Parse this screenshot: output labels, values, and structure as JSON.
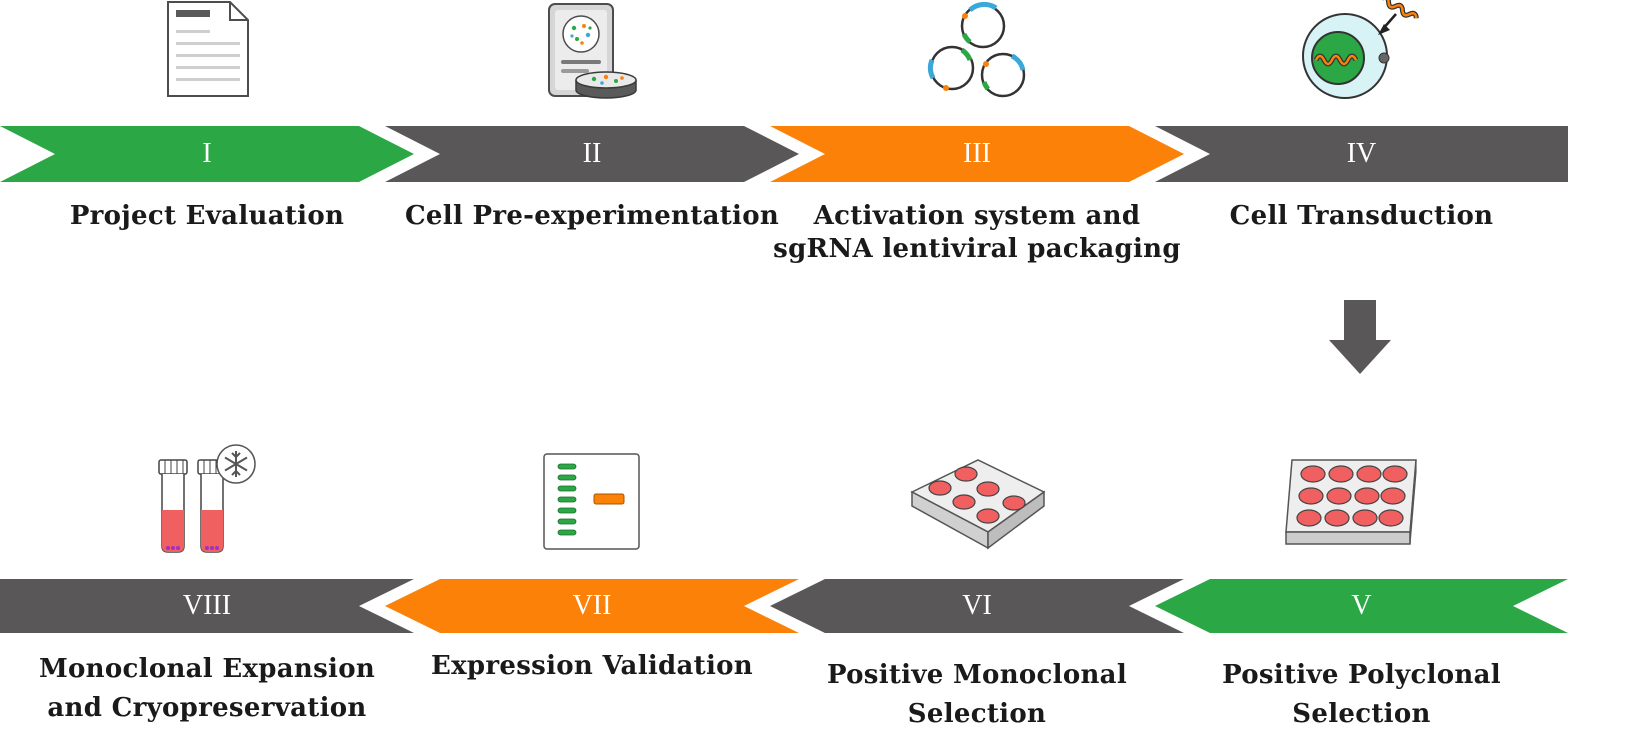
{
  "colors": {
    "green": "#2ba845",
    "dark": "#595758",
    "orange": "#fb8108"
  },
  "top_row": [
    {
      "numeral": "I",
      "color": "#2ba845",
      "label_lines": [
        "Project Evaluation"
      ],
      "icon": "document-icon"
    },
    {
      "numeral": "II",
      "color": "#595758",
      "label_lines": [
        "Cell Pre-experimentation"
      ],
      "icon": "tablet-petri-dish-icon"
    },
    {
      "numeral": "III",
      "color": "#fb8108",
      "label_lines": [
        "Activation system and",
        "sgRNA lentiviral packaging"
      ],
      "icon": "plasmids-icon"
    },
    {
      "numeral": "IV",
      "color": "#595758",
      "label_lines": [
        "Cell Transduction"
      ],
      "icon": "cell-virus-icon"
    }
  ],
  "bottom_row": [
    {
      "numeral": "VIII",
      "color": "#595758",
      "label_lines": [
        "Monoclonal Expansion",
        "and Cryopreservation"
      ],
      "icon": "cryovials-icon"
    },
    {
      "numeral": "VII",
      "color": "#fb8108",
      "label_lines": [
        "Expression Validation"
      ],
      "icon": "gel-icon"
    },
    {
      "numeral": "VI",
      "color": "#595758",
      "label_lines": [
        "Positive Monoclonal",
        "Selection"
      ],
      "icon": "six-well-plate-icon"
    },
    {
      "numeral": "V",
      "color": "#2ba845",
      "label_lines": [
        "Positive Polyclonal",
        "Selection"
      ],
      "icon": "twelve-well-plate-icon"
    }
  ],
  "connector_icon": "down-arrow-icon"
}
